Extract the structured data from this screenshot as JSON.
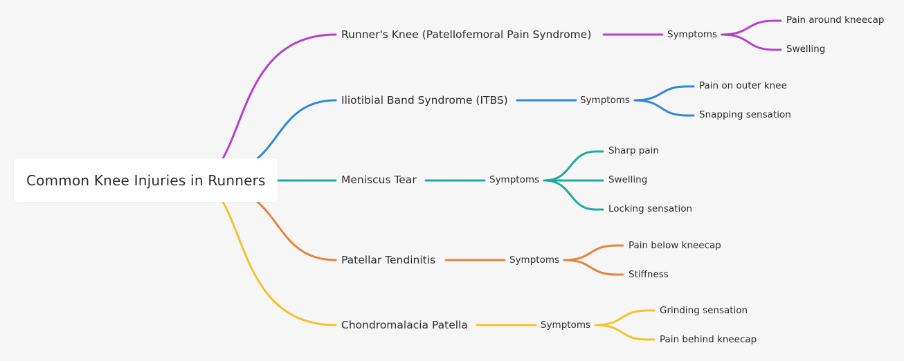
{
  "root": {
    "label": "Common Knee Injuries in Runners"
  },
  "branches": [
    {
      "label": "Runner's Knee (Patellofemoral Pain Syndrome)",
      "color": "#b540c9",
      "symptoms_label": "Symptoms",
      "leaves": [
        "Pain around kneecap",
        "Swelling"
      ]
    },
    {
      "label": "Iliotibial Band Syndrome (ITBS)",
      "color": "#2f86d6",
      "symptoms_label": "Symptoms",
      "leaves": [
        "Pain on outer knee",
        "Snapping sensation"
      ]
    },
    {
      "label": "Meniscus Tear",
      "color": "#1fab9b",
      "symptoms_label": "Symptoms",
      "leaves": [
        "Sharp pain",
        "Swelling",
        "Locking sensation"
      ]
    },
    {
      "label": "Patellar Tendinitis",
      "color": "#e2843e",
      "symptoms_label": "Symptoms",
      "leaves": [
        "Pain below kneecap",
        "Stiffness"
      ]
    },
    {
      "label": "Chondromalacia Patella",
      "color": "#f3c22e",
      "symptoms_label": "Symptoms",
      "leaves": [
        "Grinding sensation",
        "Pain behind kneecap"
      ]
    }
  ]
}
